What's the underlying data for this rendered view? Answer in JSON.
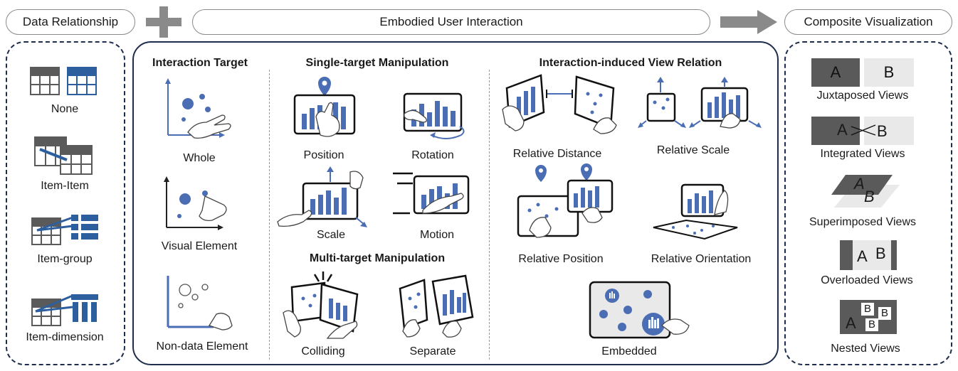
{
  "header": {
    "data_relationship": "Data Relationship",
    "embodied_interaction": "Embodied User Interaction",
    "composite_visualization": "Composite Visualization"
  },
  "data_relationship": {
    "items": [
      "None",
      "Item-Item",
      "Item-group",
      "Item-dimension"
    ]
  },
  "interaction_target": {
    "title": "Interaction Target",
    "items": [
      "Whole",
      "Visual Element",
      "Non-data Element"
    ]
  },
  "single_target": {
    "title": "Single-target Manipulation",
    "items": [
      "Position",
      "Rotation",
      "Scale",
      "Motion"
    ]
  },
  "multi_target": {
    "title": "Multi-target Manipulation",
    "items": [
      "Colliding",
      "Separate"
    ]
  },
  "view_relation": {
    "title": "Interaction-induced View Relation",
    "items": [
      "Relative Distance",
      "Relative Scale",
      "Relative Position",
      "Relative Orientation",
      "Embedded"
    ]
  },
  "composite": {
    "items": [
      "Juxtaposed Views",
      "Integrated Views",
      "Superimposed Views",
      "Overloaded Views",
      "Nested Views"
    ],
    "glyph_a": "A",
    "glyph_b": "B"
  },
  "colors": {
    "accent_blue": "#4a6db3",
    "panel_border": "#1f2d4d",
    "dark_gray": "#5a5a5a",
    "light_gray": "#e9e9e9"
  }
}
